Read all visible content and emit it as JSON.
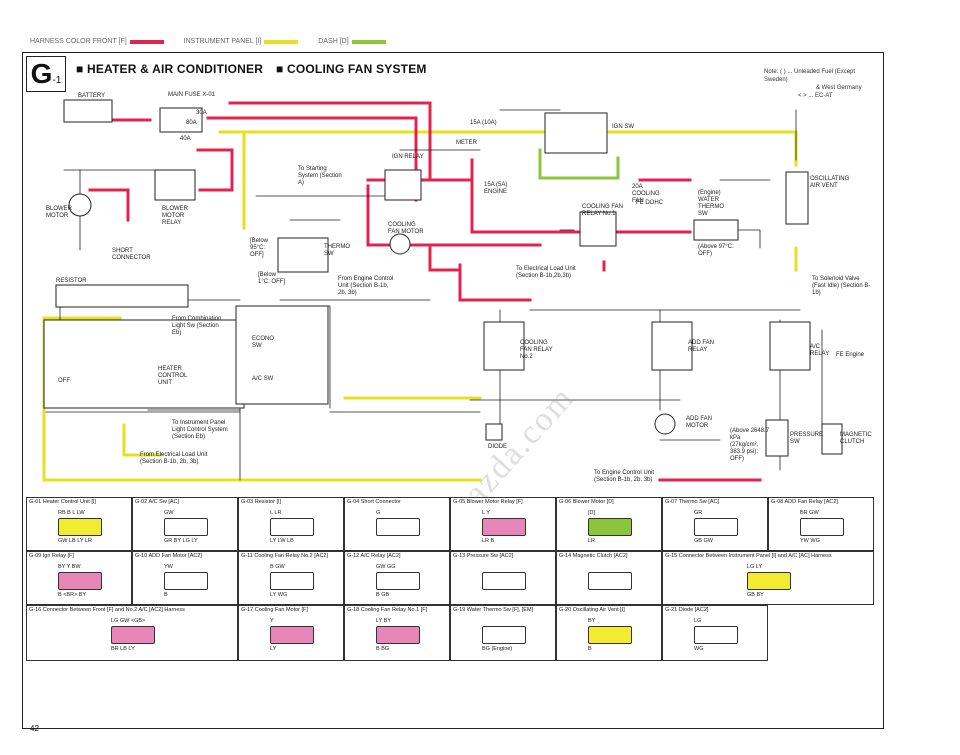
{
  "colors": {
    "front": "#e0234f",
    "panel": "#e6e020",
    "dash": "#8cc43a",
    "wire": "#222"
  },
  "legend": {
    "front": "HARNESS COLOR FRONT [F]",
    "panel": "INSTRUMENT PANEL [I]",
    "dash": "DASH [D]"
  },
  "header": {
    "section": "G",
    "section_sub": "-1",
    "title1": "HEATER & AIR CONDITIONER",
    "title2": "COOLING FAN SYSTEM"
  },
  "note": {
    "line1": "Note: (   ) ... Unleaded Fuel (Except Sweden)",
    "line2": "& West Germany",
    "line3": "< > ... EC-AT"
  },
  "labels": {
    "battery": "BATTERY",
    "main_fuse": "MAIN FUSE X-01",
    "f30a": "30A",
    "f80a": "80A",
    "f40a": "40A",
    "ign_relay": "IGN RELAY",
    "ign_sw": "IGN SW",
    "meter": "METER",
    "f15a": "15A (10A)",
    "f15a_eng": "15A (5A) ENGINE",
    "blower_motor": "BLOWER MOTOR",
    "blower_relay": "BLOWER MOTOR RELAY",
    "short_conn": "SHORT CONNECTOR",
    "resistor": "RESISTOR",
    "to_starting": "To Starting System (Section A)",
    "cooling_fan_motor": "COOLING FAN MOTOR",
    "cooling_fan_relay1": "COOLING FAN RELAY No.1",
    "f20a": "20A COOLING FAN",
    "water_thermo": "(Engine) WATER THERMO SW",
    "above97": "(Above 97°C: OFF)",
    "osc_vent": "OSCILLATING AIR VENT",
    "to_solenoid": "To Solenoid Valve (Fast Idle) (Section B-1b)",
    "thermo_sw": "THERMO SW",
    "below95": "[Below 95°C: OFF]",
    "below1": "[Below 1°C: OFF]",
    "from_ecu": "From Engine Control Unit (Section B-1b, 2b, 3b)",
    "to_elec_load": "To Electrical Load Unit (Section B-1b,2b,3b)",
    "from_comb": "From Combination Light Sw (Section Eb)",
    "econo_sw": "ECONO SW",
    "ac_sw": "A/C SW",
    "heater_cu": "HEATER CONTROL UNIT",
    "to_inst": "To Instrument Panel Light Control System (Section Eb)",
    "from_elec_load": "From Electrical Load Unit (Section B-1b, 2b, 3b)",
    "off": "OFF",
    "cooling_fan_relay2": "COOLING FAN RELAY No.2",
    "add_fan_relay": "ADD FAN RELAY",
    "ac_relay": "A/C RELAY",
    "add_fan_motor": "ADD FAN MOTOR",
    "diode": "DIODE",
    "pressure_sw": "PRESSURE SW",
    "mag_clutch": "MAGNETIC CLUTCH",
    "above_press": "(Above 2648.7 kPa (27kg/cm², 383.9 psi): OFF)",
    "to_ecu": "To Engine Control Unit (Section B-1b, 2b, 3b)",
    "fe_engine": "FE Engine",
    "fe_dohc": "FE DOHC"
  },
  "connectors": [
    {
      "id": "G-01",
      "name": "Heater Control Unit [I]",
      "top": "RB B L LW",
      "bottom": "GW LB LY LR"
    },
    {
      "id": "G-02",
      "name": "A/C Sw [AC]",
      "top": "GW",
      "bottom": "GR BY LG LY"
    },
    {
      "id": "G-03",
      "name": "Resistor [I]",
      "top": "L LR",
      "bottom": "LY LW LB"
    },
    {
      "id": "G-04",
      "name": "Short Connector",
      "top": "G",
      "bottom": ""
    },
    {
      "id": "G-05",
      "name": "Blower Motor Relay [F]",
      "top": "L Y",
      "bottom": "LR B"
    },
    {
      "id": "G-06",
      "name": "Blower Motor [D]",
      "top": "[D]",
      "bottom": "LR"
    },
    {
      "id": "G-07",
      "name": "Thermo Sw [AC]",
      "top": "GR",
      "bottom": "GB GW"
    },
    {
      "id": "G-08",
      "name": "ADD Fan Relay [AC2]",
      "top": "BR GW",
      "bottom": "YW WG"
    },
    {
      "id": "G-09",
      "name": "Ign Relay [F]",
      "top": "BY Y BW",
      "bottom": "B <BR> BY"
    },
    {
      "id": "G-10",
      "name": "ADD Fan Motor [AC2]",
      "top": "YW",
      "bottom": "B"
    },
    {
      "id": "G-11",
      "name": "Cooling Fan Relay No.2 [AC2]",
      "top": "B GW",
      "bottom": "LY WG"
    },
    {
      "id": "G-12",
      "name": "A/C Relay [AC2]",
      "top": "GW GG",
      "bottom": "B GB"
    },
    {
      "id": "G-13",
      "name": "Pressure Sw [AC2]",
      "top": "",
      "bottom": ""
    },
    {
      "id": "G-14",
      "name": "Magnetic Clutch [AC2]",
      "top": "",
      "bottom": ""
    },
    {
      "id": "G-15",
      "name": "Connector Between Instrument Panel [I] and A/C [AC] Harness",
      "top": "LG LY",
      "bottom": "GB BY"
    },
    {
      "id": "G-16",
      "name": "Connector Between Front [F] and No.2 A/C [AC2] Harness",
      "top": "LG GW <GB>",
      "bottom": "BR LB LY"
    },
    {
      "id": "G-17",
      "name": "Cooling Fan Motor [F]",
      "top": "Y",
      "bottom": "LY"
    },
    {
      "id": "G-18",
      "name": "Cooling Fan Relay No.1 [F]",
      "top": "LY BY",
      "bottom": "B BG"
    },
    {
      "id": "G-19",
      "name": "Water Thermo Sw [F], [EM]",
      "top": "",
      "bottom": "BG (Engine)"
    },
    {
      "id": "G-20",
      "name": "Oscillating Air Vent [I]",
      "top": "BY",
      "bottom": "B"
    },
    {
      "id": "G-21",
      "name": "Diode [AC2]",
      "top": "LG",
      "bottom": "WG"
    }
  ],
  "footer": {
    "page": "42"
  }
}
